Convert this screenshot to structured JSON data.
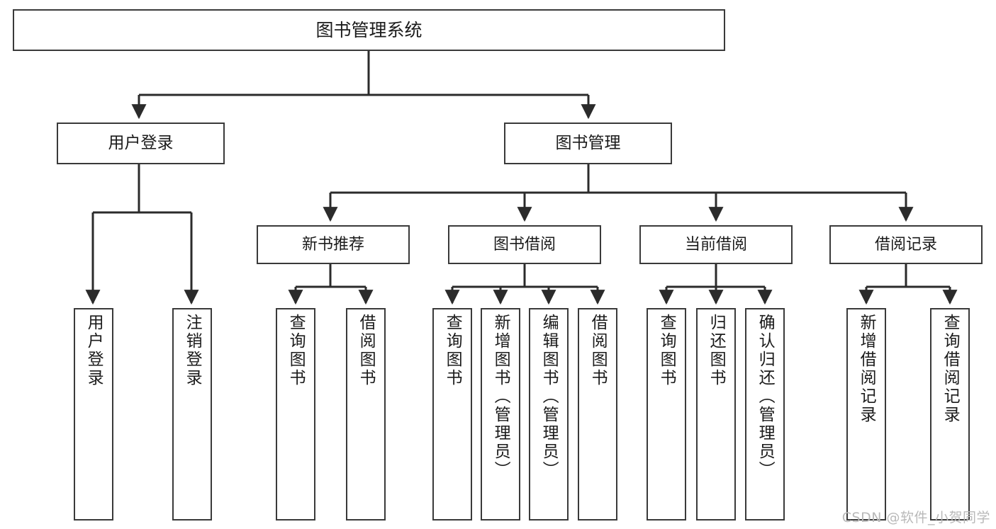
{
  "diagram": {
    "title": "图书管理系统",
    "type": "tree-hierarchy",
    "watermark": "CSDN @软件_小贺同学",
    "colors": {
      "background": "#ffffff",
      "box_border": "#3a3a3a",
      "box_fill": "#ffffff",
      "connector": "#2b2b2b",
      "text": "#1b1b1b",
      "watermark": "#b9b9b9"
    },
    "root": {
      "id": "root",
      "label": "图书管理系统"
    },
    "level1": [
      {
        "id": "user-login",
        "label": "用户登录"
      },
      {
        "id": "book-manage",
        "label": "图书管理"
      }
    ],
    "level2": [
      {
        "id": "new-book-recommend",
        "label": "新书推荐",
        "parent": "book-manage"
      },
      {
        "id": "book-borrow",
        "label": "图书借阅",
        "parent": "book-manage"
      },
      {
        "id": "current-borrow",
        "label": "当前借阅",
        "parent": "book-manage"
      },
      {
        "id": "borrow-record",
        "label": "借阅记录",
        "parent": "book-manage"
      }
    ],
    "leaves": [
      {
        "id": "leaf-user-login",
        "label": "用户登录",
        "parent": "user-login"
      },
      {
        "id": "leaf-user-logout",
        "label": "注销登录",
        "parent": "user-login"
      },
      {
        "id": "leaf-query-book-1",
        "label": "查询图书",
        "parent": "new-book-recommend"
      },
      {
        "id": "leaf-borrow-book-1",
        "label": "借阅图书",
        "parent": "new-book-recommend"
      },
      {
        "id": "leaf-query-book-2",
        "label": "查询图书",
        "parent": "book-borrow"
      },
      {
        "id": "leaf-add-book",
        "label": "新增图书（管理员）",
        "parent": "book-borrow"
      },
      {
        "id": "leaf-edit-book",
        "label": "编辑图书（管理员）",
        "parent": "book-borrow"
      },
      {
        "id": "leaf-borrow-book-2",
        "label": "借阅图书",
        "parent": "book-borrow"
      },
      {
        "id": "leaf-query-book-3",
        "label": "查询图书",
        "parent": "current-borrow"
      },
      {
        "id": "leaf-return-book",
        "label": "归还图书",
        "parent": "current-borrow"
      },
      {
        "id": "leaf-confirm-return",
        "label": "确认归还（管理员）",
        "parent": "current-borrow"
      },
      {
        "id": "leaf-add-record",
        "label": "新增借阅记录",
        "parent": "borrow-record"
      },
      {
        "id": "leaf-query-record",
        "label": "查询借阅记录",
        "parent": "borrow-record"
      }
    ]
  }
}
